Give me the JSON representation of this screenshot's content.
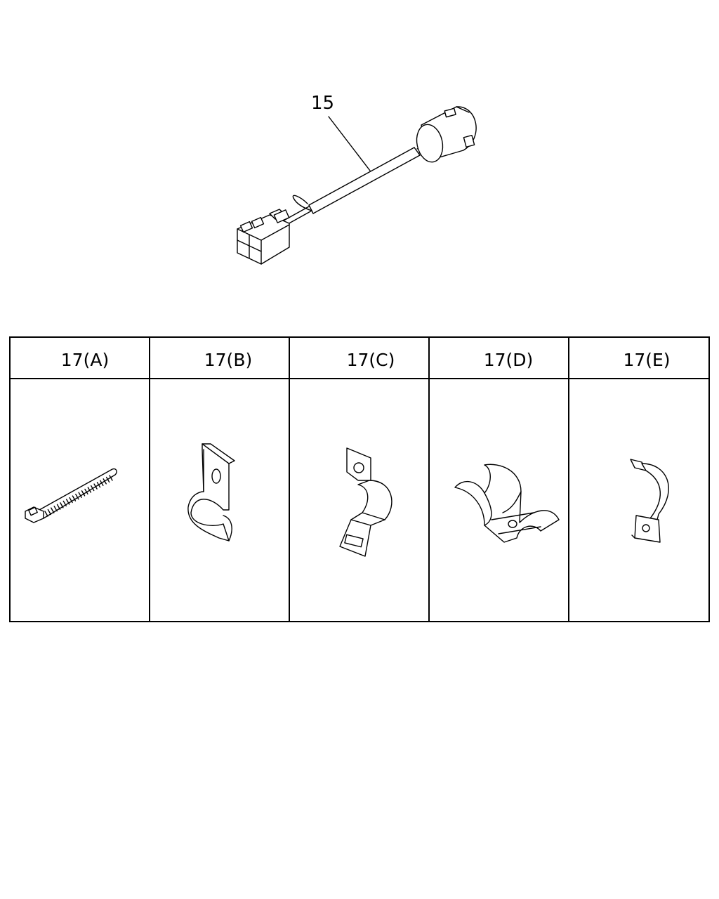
{
  "callouts": {
    "harness": "15"
  },
  "table": {
    "headers": [
      "17(A)",
      "17(B)",
      "17(C)",
      "17(D)",
      "17(E)"
    ]
  },
  "parts": [
    {
      "icon": "cable-tie-icon"
    },
    {
      "icon": "clip-b-icon"
    },
    {
      "icon": "clip-c-icon"
    },
    {
      "icon": "clip-d-icon"
    },
    {
      "icon": "clip-e-icon"
    }
  ]
}
